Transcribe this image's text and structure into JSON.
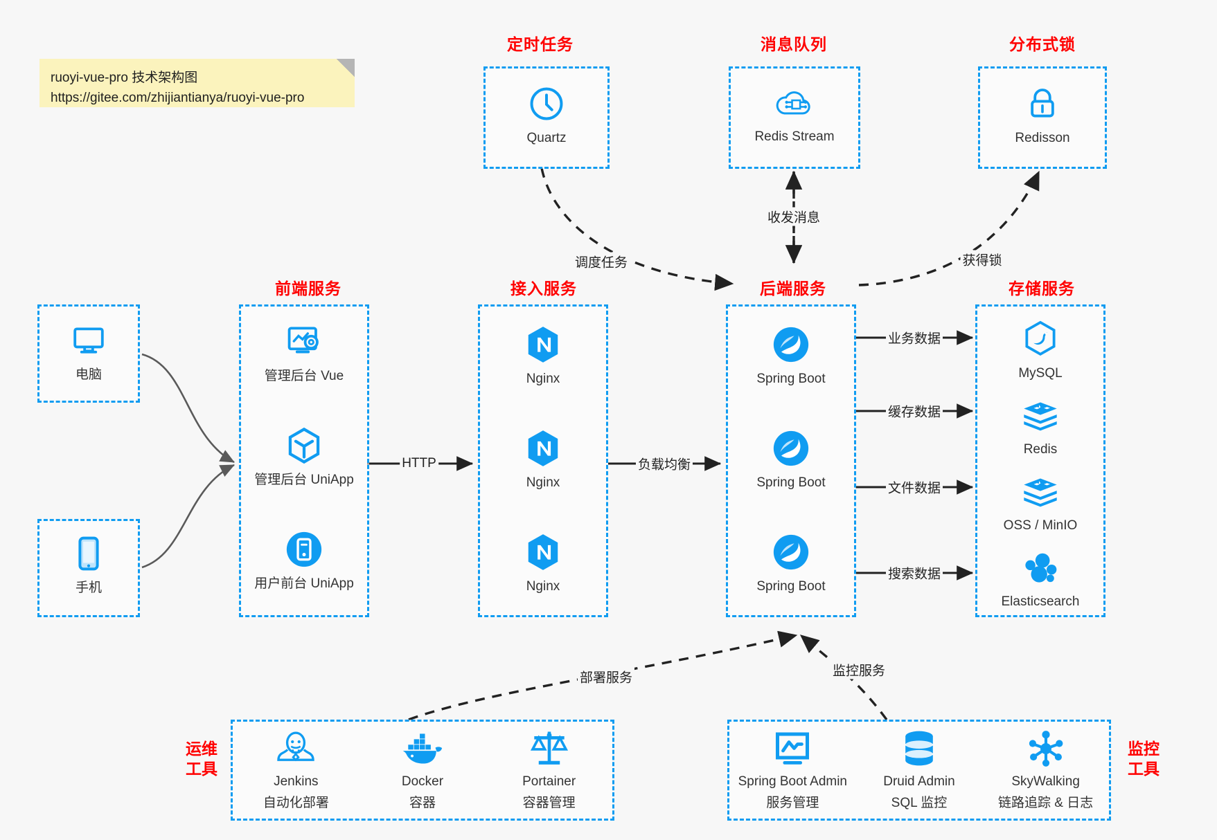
{
  "note": {
    "line1": "ruoyi-vue-pro 技术架构图",
    "line2": "https://gitee.com/zhijiantianya/ruoyi-vue-pro"
  },
  "colors": {
    "accent_blue": "#109cf1",
    "title_red": "#ff0000",
    "note_yellow": "#fbf3bd",
    "background": "#f7f7f7",
    "arrow_dark": "#222222",
    "curve_gray": "#5a5a5a"
  },
  "groups": {
    "scheduled_task": {
      "title": "定时任务",
      "nodes": [
        {
          "label": "Quartz",
          "icon": "clock-icon"
        }
      ]
    },
    "message_queue": {
      "title": "消息队列",
      "nodes": [
        {
          "label": "Redis Stream",
          "icon": "cloud-network-icon"
        }
      ]
    },
    "distributed_lock": {
      "title": "分布式锁",
      "nodes": [
        {
          "label": "Redisson",
          "icon": "lock-icon"
        }
      ]
    },
    "clients": {
      "nodes": [
        {
          "label": "电脑",
          "icon": "desktop-monitor-icon"
        },
        {
          "label": "手机",
          "icon": "mobile-phone-icon"
        }
      ]
    },
    "frontend": {
      "title": "前端服务",
      "nodes": [
        {
          "label": "管理后台 Vue",
          "icon": "dashboard-settings-icon"
        },
        {
          "label": "管理后台 UniApp",
          "icon": "cube-icon"
        },
        {
          "label": "用户前台 UniApp",
          "icon": "app-tile-icon"
        }
      ]
    },
    "gateway": {
      "title": "接入服务",
      "nodes": [
        {
          "label": "Nginx",
          "icon": "nginx-icon"
        },
        {
          "label": "Nginx",
          "icon": "nginx-icon"
        },
        {
          "label": "Nginx",
          "icon": "nginx-icon"
        }
      ]
    },
    "backend": {
      "title": "后端服务",
      "nodes": [
        {
          "label": "Spring Boot",
          "icon": "spring-boot-icon"
        },
        {
          "label": "Spring Boot",
          "icon": "spring-boot-icon"
        },
        {
          "label": "Spring Boot",
          "icon": "spring-boot-icon"
        }
      ]
    },
    "storage": {
      "title": "存储服务",
      "nodes": [
        {
          "label": "MySQL",
          "icon": "mysql-icon"
        },
        {
          "label": "Redis",
          "icon": "redis-stack-icon"
        },
        {
          "label": "OSS / MinIO",
          "icon": "redis-stack-icon"
        },
        {
          "label": "Elasticsearch",
          "icon": "elasticsearch-icon"
        }
      ]
    },
    "devops": {
      "title_line1": "运维",
      "title_line2": "工具",
      "nodes": [
        {
          "label": "Jenkins",
          "sublabel": "自动化部署",
          "icon": "jenkins-butler-icon"
        },
        {
          "label": "Docker",
          "sublabel": "容器",
          "icon": "docker-whale-icon"
        },
        {
          "label": "Portainer",
          "sublabel": "容器管理",
          "icon": "scales-icon"
        }
      ]
    },
    "monitoring": {
      "title_line1": "监控",
      "title_line2": "工具",
      "nodes": [
        {
          "label": "Spring Boot Admin",
          "sublabel": "服务管理",
          "icon": "monitor-chart-icon"
        },
        {
          "label": "Druid Admin",
          "sublabel": "SQL 监控",
          "icon": "database-stack-icon"
        },
        {
          "label": "SkyWalking",
          "sublabel": "链路追踪 & 日志",
          "icon": "skywalking-node-icon"
        }
      ]
    }
  },
  "edges": [
    {
      "label": "调度任务",
      "from": "scheduled_task",
      "to": "backend",
      "style": "dashed"
    },
    {
      "label": "收发消息",
      "from": "message_queue",
      "to": "backend",
      "style": "dashed-bidirectional"
    },
    {
      "label": "获得锁",
      "from": "backend",
      "to": "distributed_lock",
      "style": "dashed"
    },
    {
      "label": "HTTP",
      "from": "frontend",
      "to": "gateway",
      "style": "solid"
    },
    {
      "label": "负载均衡",
      "from": "gateway",
      "to": "backend",
      "style": "solid"
    },
    {
      "label": "业务数据",
      "from": "backend",
      "to": "storage.MySQL",
      "style": "solid"
    },
    {
      "label": "缓存数据",
      "from": "backend",
      "to": "storage.Redis",
      "style": "solid"
    },
    {
      "label": "文件数据",
      "from": "backend",
      "to": "storage.OSS",
      "style": "solid"
    },
    {
      "label": "搜索数据",
      "from": "backend",
      "to": "storage.Elasticsearch",
      "style": "solid"
    },
    {
      "label": "部署服务",
      "from": "devops",
      "to": "backend",
      "style": "dashed"
    },
    {
      "label": "监控服务",
      "from": "monitoring",
      "to": "backend",
      "style": "dashed"
    }
  ]
}
